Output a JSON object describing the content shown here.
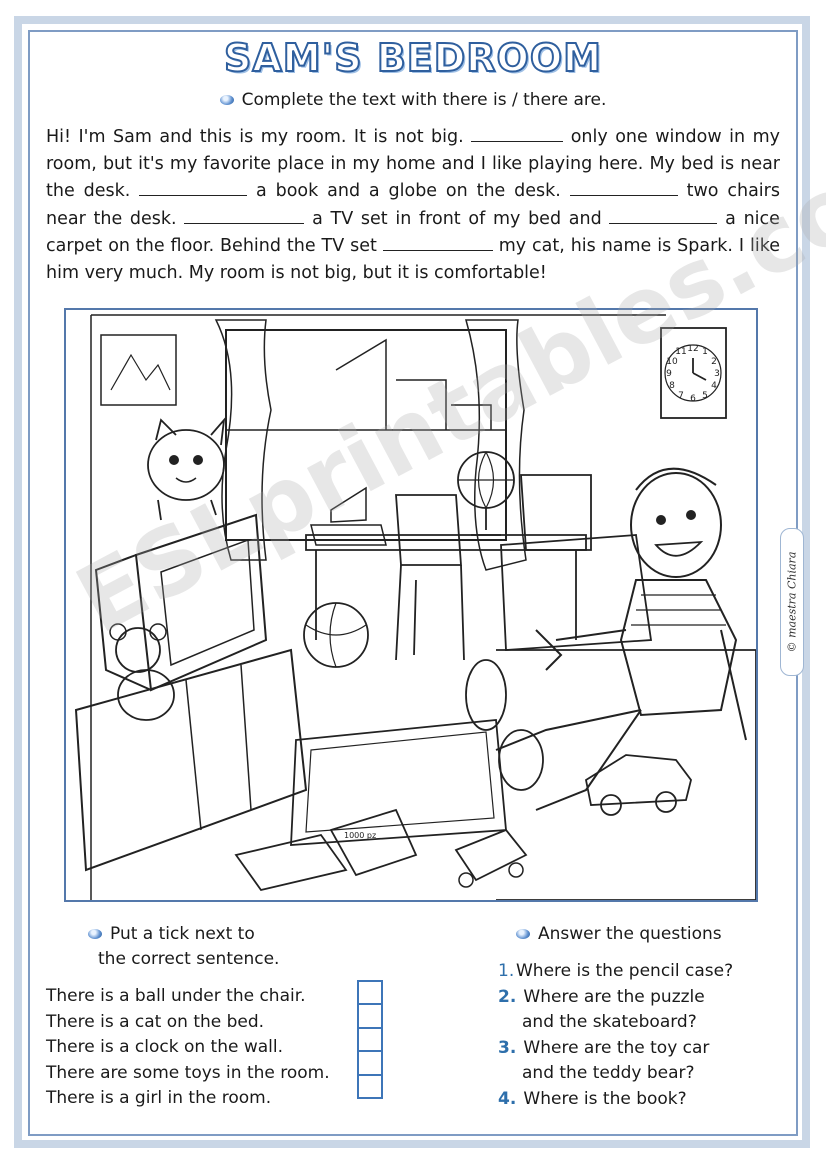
{
  "title": "SAM'S BEDROOM",
  "instruction": "Complete the text with there is / there are.",
  "paragraph": {
    "p1": "Hi! I'm Sam and this is my room. It is not big.",
    "p2": "only one window in my room, but it's my favorite place in my home and I like playing here. My bed is near the desk.",
    "p3": "a book and a globe on the desk.",
    "p4": "two chairs near the desk.",
    "p5": "a TV set in front of my bed and",
    "p6": "a nice carpet on the floor. Behind the TV set",
    "p7": "my cat, his name is Spark. I like him very much. My room is not big, but it is comfortable!"
  },
  "picture": {
    "clock_numbers": [
      "12",
      "1",
      "2",
      "3",
      "4",
      "5",
      "6",
      "7",
      "8",
      "9",
      "10",
      "11"
    ],
    "book_cover_text": "1000 pz"
  },
  "watermark": "ESLprintables.com",
  "signature": "© maestra Chiara",
  "task_left": {
    "line1": "Put a tick next to",
    "line2": "the correct sentence."
  },
  "task_right": {
    "label": "Answer the questions"
  },
  "sentences": [
    "There is a ball under the chair.",
    "There is a cat on the bed.",
    "There is a clock on the wall.",
    "There are some toys in the room.",
    "There is a girl in the room."
  ],
  "questions": [
    {
      "num": "1.",
      "line1": "Where is the pencil case?",
      "line2": ""
    },
    {
      "num": "2.",
      "line1": "Where are the puzzle",
      "line2": "and the skateboard?"
    },
    {
      "num": "3.",
      "line1": "Where are the toy car",
      "line2": "and the teddy bear?"
    },
    {
      "num": "4.",
      "line1": "Where is the book?",
      "line2": ""
    }
  ],
  "colors": {
    "frame_light": "#c9d6e6",
    "frame_dark": "#7f9cc4",
    "accent_blue": "#2e6fab",
    "tickbox_border": "#3d75b8"
  }
}
